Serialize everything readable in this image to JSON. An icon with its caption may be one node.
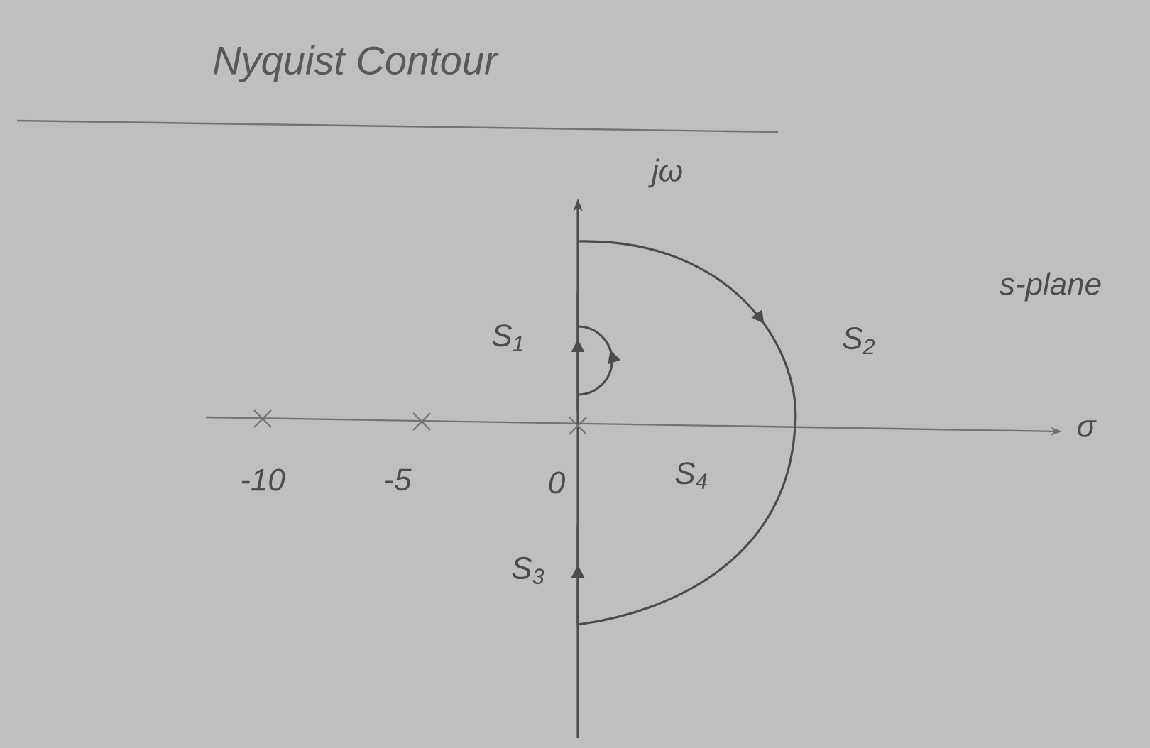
{
  "diagram": {
    "title": "Nyquist Contour",
    "labels": [
      "jω",
      "s-plane",
      "S$_{1}$",
      "S$_{2}$",
      "σ",
      "-10",
      "-5",
      "0",
      "S$_{4}$",
      "S$_{3}$"
    ]
  }
}
